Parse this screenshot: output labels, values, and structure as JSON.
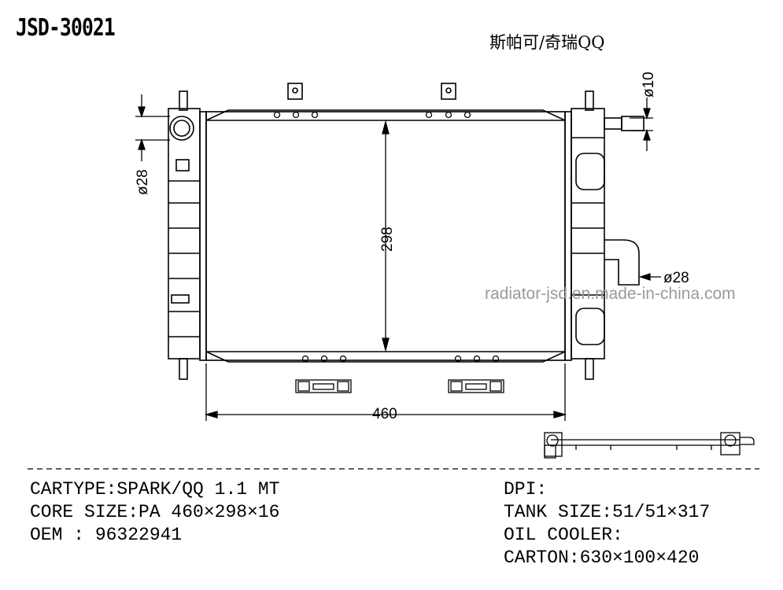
{
  "part_number": "JSD-30021",
  "model_chinese": "斯帕可/奇瑞QQ",
  "watermark": "radiator-jsd.en.made-in-china.com",
  "dimensions": {
    "width": "460",
    "height": "298",
    "left_pipe": "ø28",
    "right_pipe": "ø28",
    "small_pipe": "ø10"
  },
  "specs_left": {
    "cartype": "CARTYPE:SPARK/QQ 1.1 MT",
    "core_size": "CORE SIZE:PA 460×298×16",
    "oem": "OEM : 96322941"
  },
  "specs_right": {
    "dpi": "DPI:",
    "tank_size": "TANK SIZE:51/51×317",
    "oil_cooler": "OIL COOLER:",
    "carton": "CARTON:630×100×420"
  }
}
